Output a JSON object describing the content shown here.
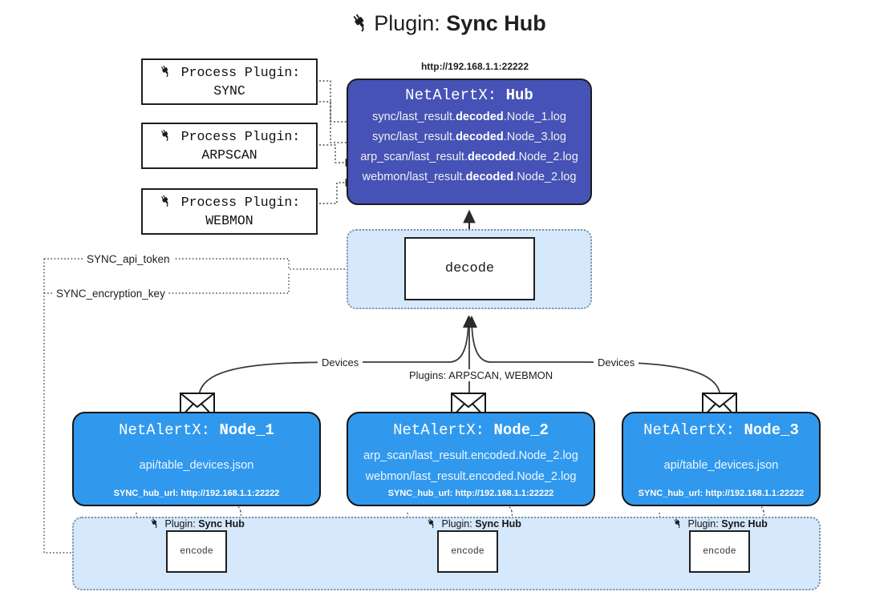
{
  "title": {
    "icon": "plug-icon",
    "prefix": "Plugin:",
    "name": "Sync Hub"
  },
  "process_plugins": [
    {
      "icon": "plug-icon",
      "line1": "Process Plugin:",
      "line2": "SYNC"
    },
    {
      "icon": "plug-icon",
      "line1": "Process Plugin:",
      "line2": "ARPSCAN"
    },
    {
      "icon": "plug-icon",
      "line1": "Process Plugin:",
      "line2": "WEBMON"
    }
  ],
  "hub": {
    "url": "http://192.168.1.1:22222",
    "title_prefix": "NetAlertX:",
    "title_name": "Hub",
    "logs": [
      {
        "pre": "sync/last_result.",
        "em": "decoded",
        "post": ".Node_1.log"
      },
      {
        "pre": "sync/last_result.",
        "em": "decoded",
        "post": ".Node_3.log"
      },
      {
        "pre": "arp_scan/last_result.",
        "em": "decoded",
        "post": ".Node_2.log"
      },
      {
        "pre": "webmon/last_result.",
        "em": "decoded",
        "post": ".Node_2.log"
      }
    ]
  },
  "decode": {
    "label": "decode"
  },
  "keys": {
    "api_token": "SYNC_api_token",
    "encryption_key": "SYNC_encryption_key"
  },
  "edges": {
    "devices_left": "Devices",
    "devices_right": "Devices",
    "plugins_center": "Plugins: ARPSCAN, WEBMON"
  },
  "nodes": [
    {
      "title_prefix": "NetAlertX:",
      "title_name": "Node_1",
      "lines": [
        {
          "pre": "api/table_devices.json",
          "em": "",
          "post": ""
        }
      ],
      "footer": "SYNC_hub_url: http://192.168.1.1:22222",
      "envelope_icon": "envelope-icon"
    },
    {
      "title_prefix": "NetAlertX:",
      "title_name": "Node_2",
      "lines": [
        {
          "pre": "arp_scan/last_result.encoded.Node_2.log",
          "em": "",
          "post": ""
        },
        {
          "pre": "webmon/last_result.encoded.Node_2.log",
          "em": "",
          "post": ""
        }
      ],
      "footer": "SYNC_hub_url: http://192.168.1.1:22222",
      "envelope_icon": "envelope-icon"
    },
    {
      "title_prefix": "NetAlertX:",
      "title_name": "Node_3",
      "lines": [
        {
          "pre": "api/table_devices.json",
          "em": "",
          "post": ""
        }
      ],
      "footer": "SYNC_hub_url: http://192.168.1.1:22222",
      "envelope_icon": "envelope-icon"
    }
  ],
  "encoders": [
    {
      "icon": "plug-icon",
      "cap_prefix": "Plugin:",
      "cap_name": "Sync Hub",
      "label": "encode"
    },
    {
      "icon": "plug-icon",
      "cap_prefix": "Plugin:",
      "cap_name": "Sync Hub",
      "label": "encode"
    },
    {
      "icon": "plug-icon",
      "cap_prefix": "Plugin:",
      "cap_name": "Sync Hub",
      "label": "encode"
    }
  ],
  "colors": {
    "hub_fill": "#4652b5",
    "node_fill": "#3099ee",
    "zone_fill": "#d6e8fb",
    "stroke": "#1f1f1f",
    "background": "#ffffff"
  }
}
